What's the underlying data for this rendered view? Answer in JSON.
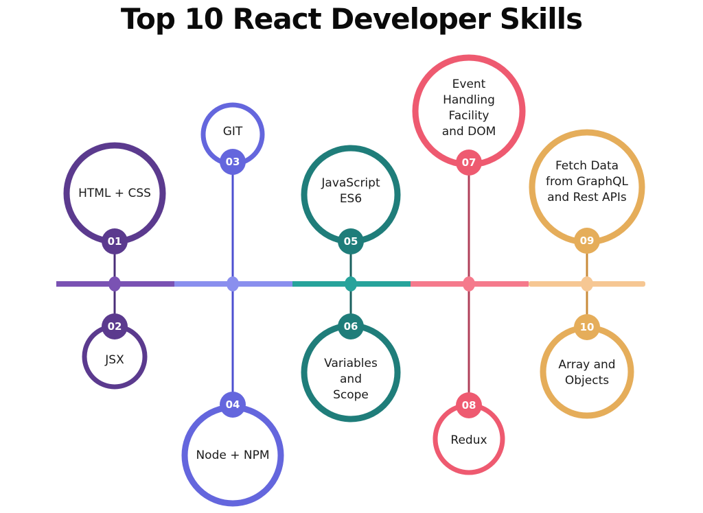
{
  "title": "Top 10 React Developer Skills",
  "colors": {
    "purple": "#5b3a8e",
    "purple_line": "#7a52b3",
    "blue": "#6466dd",
    "blue_line": "#8a8fee",
    "teal": "#1f7d7a",
    "teal_line": "#27a39b",
    "pink": "#ee5a70",
    "pink_line": "#f57a8c",
    "gold": "#e5ad5a",
    "gold_line": "#f6c793"
  },
  "skills": [
    {
      "number": "01",
      "label": "HTML + CSS",
      "position": "above"
    },
    {
      "number": "02",
      "label": "JSX",
      "position": "below"
    },
    {
      "number": "03",
      "label": "GIT",
      "position": "above"
    },
    {
      "number": "04",
      "label": "Node + NPM",
      "position": "below"
    },
    {
      "number": "05",
      "label": "JavaScript\nES6",
      "position": "above"
    },
    {
      "number": "06",
      "label": "Variables\nand\nScope",
      "position": "below"
    },
    {
      "number": "07",
      "label": "Event\nHandling\nFacility\nand DOM",
      "position": "above"
    },
    {
      "number": "08",
      "label": "Redux",
      "position": "below"
    },
    {
      "number": "09",
      "label": "Fetch Data\nfrom GraphQL\nand Rest APIs",
      "position": "above"
    },
    {
      "number": "10",
      "label": "Array and\nObjects",
      "position": "below"
    }
  ]
}
